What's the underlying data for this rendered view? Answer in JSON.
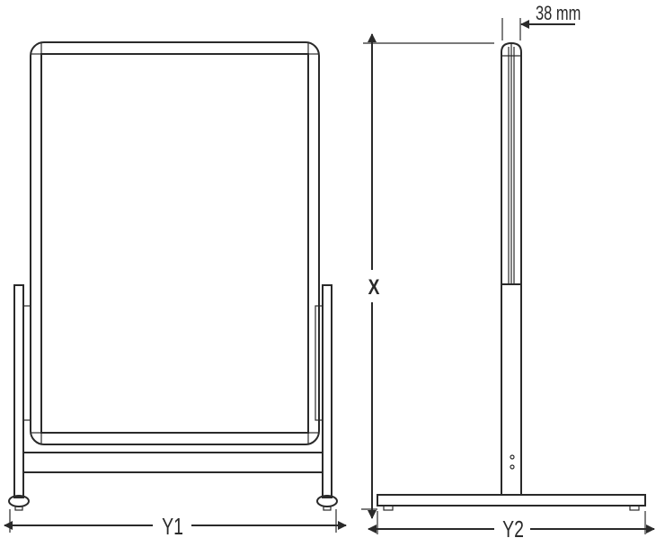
{
  "labels": {
    "height": "X",
    "front_width": "Y1",
    "side_width": "Y2",
    "frame_depth": "38 mm"
  },
  "colors": {
    "line": "#2a2a2a",
    "background": "#ffffff"
  }
}
